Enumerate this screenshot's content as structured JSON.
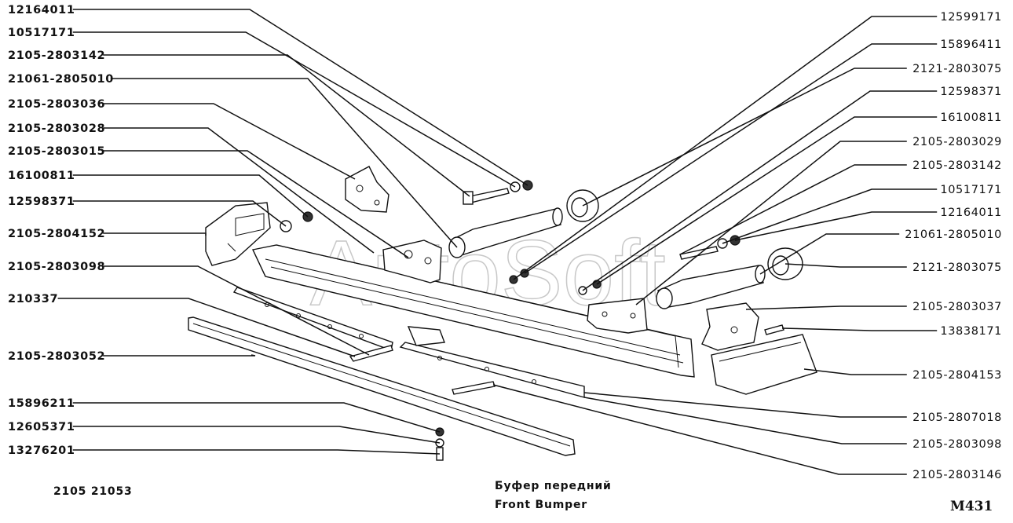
{
  "watermark": "AutoSoft",
  "left_labels": [
    "12164011",
    "10517171",
    "2105-2803142",
    "21061-2805010",
    "2105-2803036",
    "2105-2803028",
    "2105-2803015",
    "16100811",
    "12598371",
    "2105-2804152",
    "2105-2803098",
    "210337",
    "2105-2803052",
    "15896211",
    "12605371",
    "13276201"
  ],
  "right_labels": [
    "12599171",
    "15896411",
    "2121-2803075",
    "12598371",
    "16100811",
    "2105-2803029",
    "2105-2803142",
    "10517171",
    "12164011",
    "21061-2805010",
    "2121-2803075",
    "2105-2803037",
    "13838171",
    "2105-2804153",
    "2105-2807018",
    "2105-2803098",
    "2105-2803146"
  ],
  "footer": {
    "models": "2105   21053",
    "title_ru": "Буфер передний",
    "title_en": "Front Bumper",
    "code": "M431"
  }
}
